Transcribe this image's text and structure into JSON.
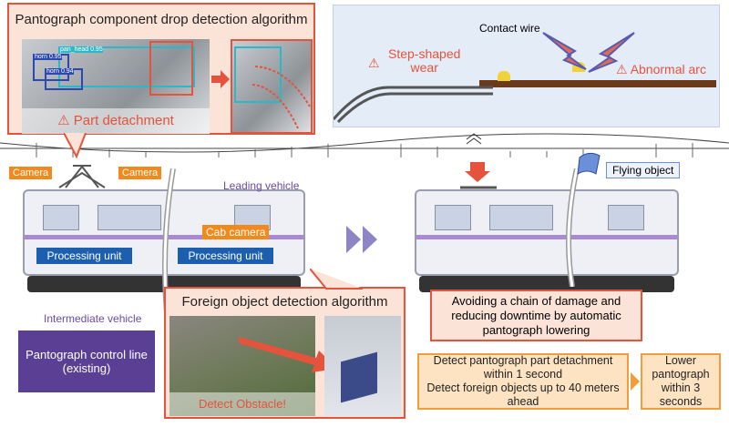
{
  "pantograph_algo": {
    "title": "Pantograph component drop detection algorithm",
    "alert": "Part detachment",
    "detections": [
      "pan_head 0.95",
      "horn 0.95",
      "horn 0.94"
    ]
  },
  "overhead": {
    "contact_wire": "Contact wire",
    "wear": "Step-shaped\nwear",
    "arc": "Abnormal arc"
  },
  "left_train": {
    "camera_1": "Camera",
    "camera_2": "Camera",
    "leading": "Leading vehicle",
    "cab_camera": "Cab camera",
    "processing_1": "Processing unit",
    "processing_2": "Processing unit",
    "intermediate": "Intermediate vehicle"
  },
  "control_line": "Pantograph control line\n(existing)",
  "foreign_algo": {
    "title": "Foreign object detection algorithm",
    "alert": "Detect Obstacle!"
  },
  "right_train": {
    "flying_object": "Flying object",
    "outcome": "Avoiding a chain of damage and reducing downtime by automatic pantograph lowering"
  },
  "steps": [
    "Detect pantograph part detachment within 1 second\nDetect foreign objects up to 40 meters ahead",
    "Lower pantograph within 3 seconds"
  ],
  "colors": {
    "alert": "#e5533c",
    "accent_orange": "#f08a1c",
    "processing_blue": "#1c5fae",
    "control_purple": "#5a3f94"
  }
}
